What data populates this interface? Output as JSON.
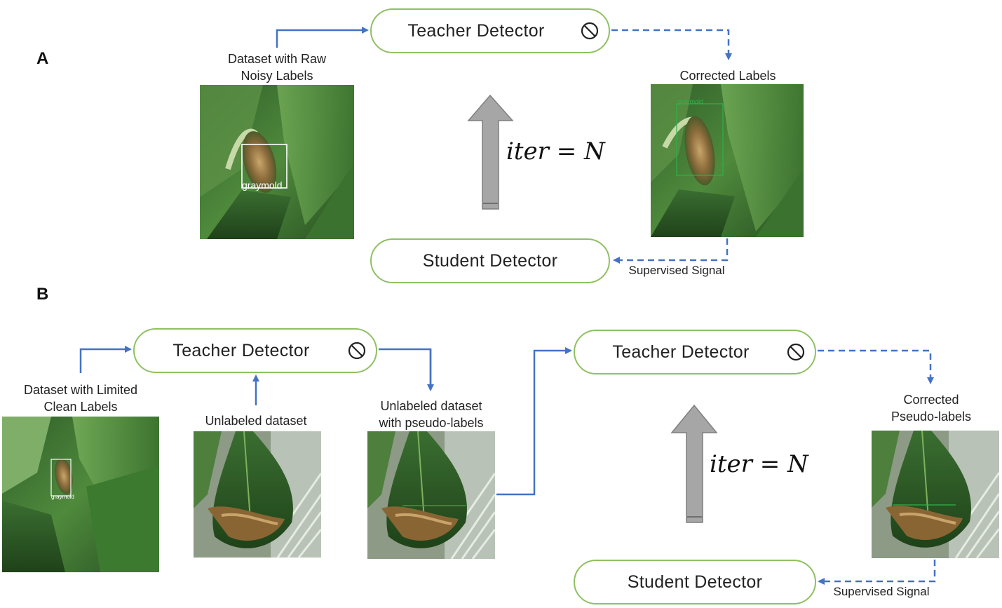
{
  "panels": {
    "a": {
      "letter": "A",
      "teacher": "Teacher Detector",
      "student": "Student Detector",
      "input_caption_line1": "Dataset with Raw",
      "input_caption_line2": "Noisy Labels",
      "input_box_label": "graymold",
      "output_caption": "Corrected Labels",
      "output_box_label": "graymold",
      "signal": "Supervised Signal",
      "iter": "iter = N"
    },
    "b": {
      "letter": "B",
      "teacher_left": "Teacher Detector",
      "teacher_right": "Teacher Detector",
      "student": "Student Detector",
      "clean_caption_line1": "Dataset with Limited",
      "clean_caption_line2": "Clean Labels",
      "clean_box_label": "graymold",
      "unlabeled_caption": "Unlabeled dataset",
      "pseudo_caption_line1": "Unlabeled dataset",
      "pseudo_caption_line2": "with pseudo-labels",
      "corrected_caption_line1": "Corrected",
      "corrected_caption_line2": "Pseudo-labels",
      "signal": "Supervised Signal",
      "iter": "iter = N"
    }
  },
  "icons": {
    "frozen": "no-entry-icon",
    "iteration": "up-arrow-icon"
  },
  "colors": {
    "arrow_blue": "#4472c4",
    "pill_border": "#8fc062",
    "iteration_arrow": "#a6a6a6"
  }
}
